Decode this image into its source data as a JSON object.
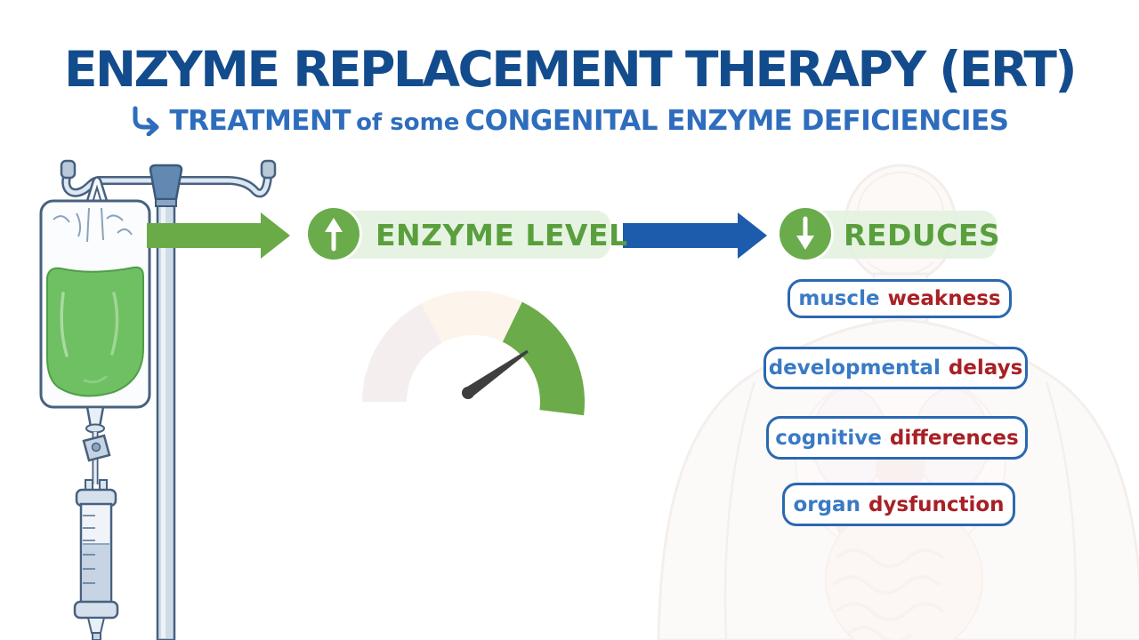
{
  "title": "ENZYME REPLACEMENT THERAPY (ERT)",
  "subtitle": {
    "arrow_glyph": "↳",
    "treatment": "TREATMENT",
    "connector": "of some",
    "rest": "CONGENITAL ENZYME DEFICIENCIES"
  },
  "flow": {
    "source_icon": "iv-bag-with-green-enzyme-infusion-on-pole",
    "step1": {
      "icon": "up-arrow-in-green-circle",
      "label": "ENZYME LEVEL"
    },
    "step2": {
      "icon": "down-arrow-in-green-circle",
      "label": "REDUCES"
    }
  },
  "gauge": {
    "type": "semicircular-meter",
    "segments": [
      {
        "zone": "low",
        "color": "#f4eeef"
      },
      {
        "zone": "mid",
        "color": "#fdf4ec"
      },
      {
        "zone": "high",
        "color": "#6bab49"
      }
    ],
    "needle_points_to": "high"
  },
  "reduced_conditions": [
    {
      "term": "muscle",
      "finding": "weakness"
    },
    {
      "term": "developmental",
      "finding": "delays"
    },
    {
      "term": "cognitive",
      "finding": "differences"
    },
    {
      "term": "organ",
      "finding": "dysfunction"
    }
  ],
  "colors": {
    "title": "#134c8d",
    "subtitle": "#2e6dbd",
    "green": "#6aab49",
    "pill_bg": "#e7f1e0",
    "flow_arrow_green": "#6aaa47",
    "flow_arrow_blue": "#1d5cad",
    "box_border": "#2b68b0",
    "term_text": "#3a7ac4",
    "finding_text": "#a82025",
    "needle": "#3f3f3f",
    "iv_fluid_green": "#6fbf63"
  }
}
